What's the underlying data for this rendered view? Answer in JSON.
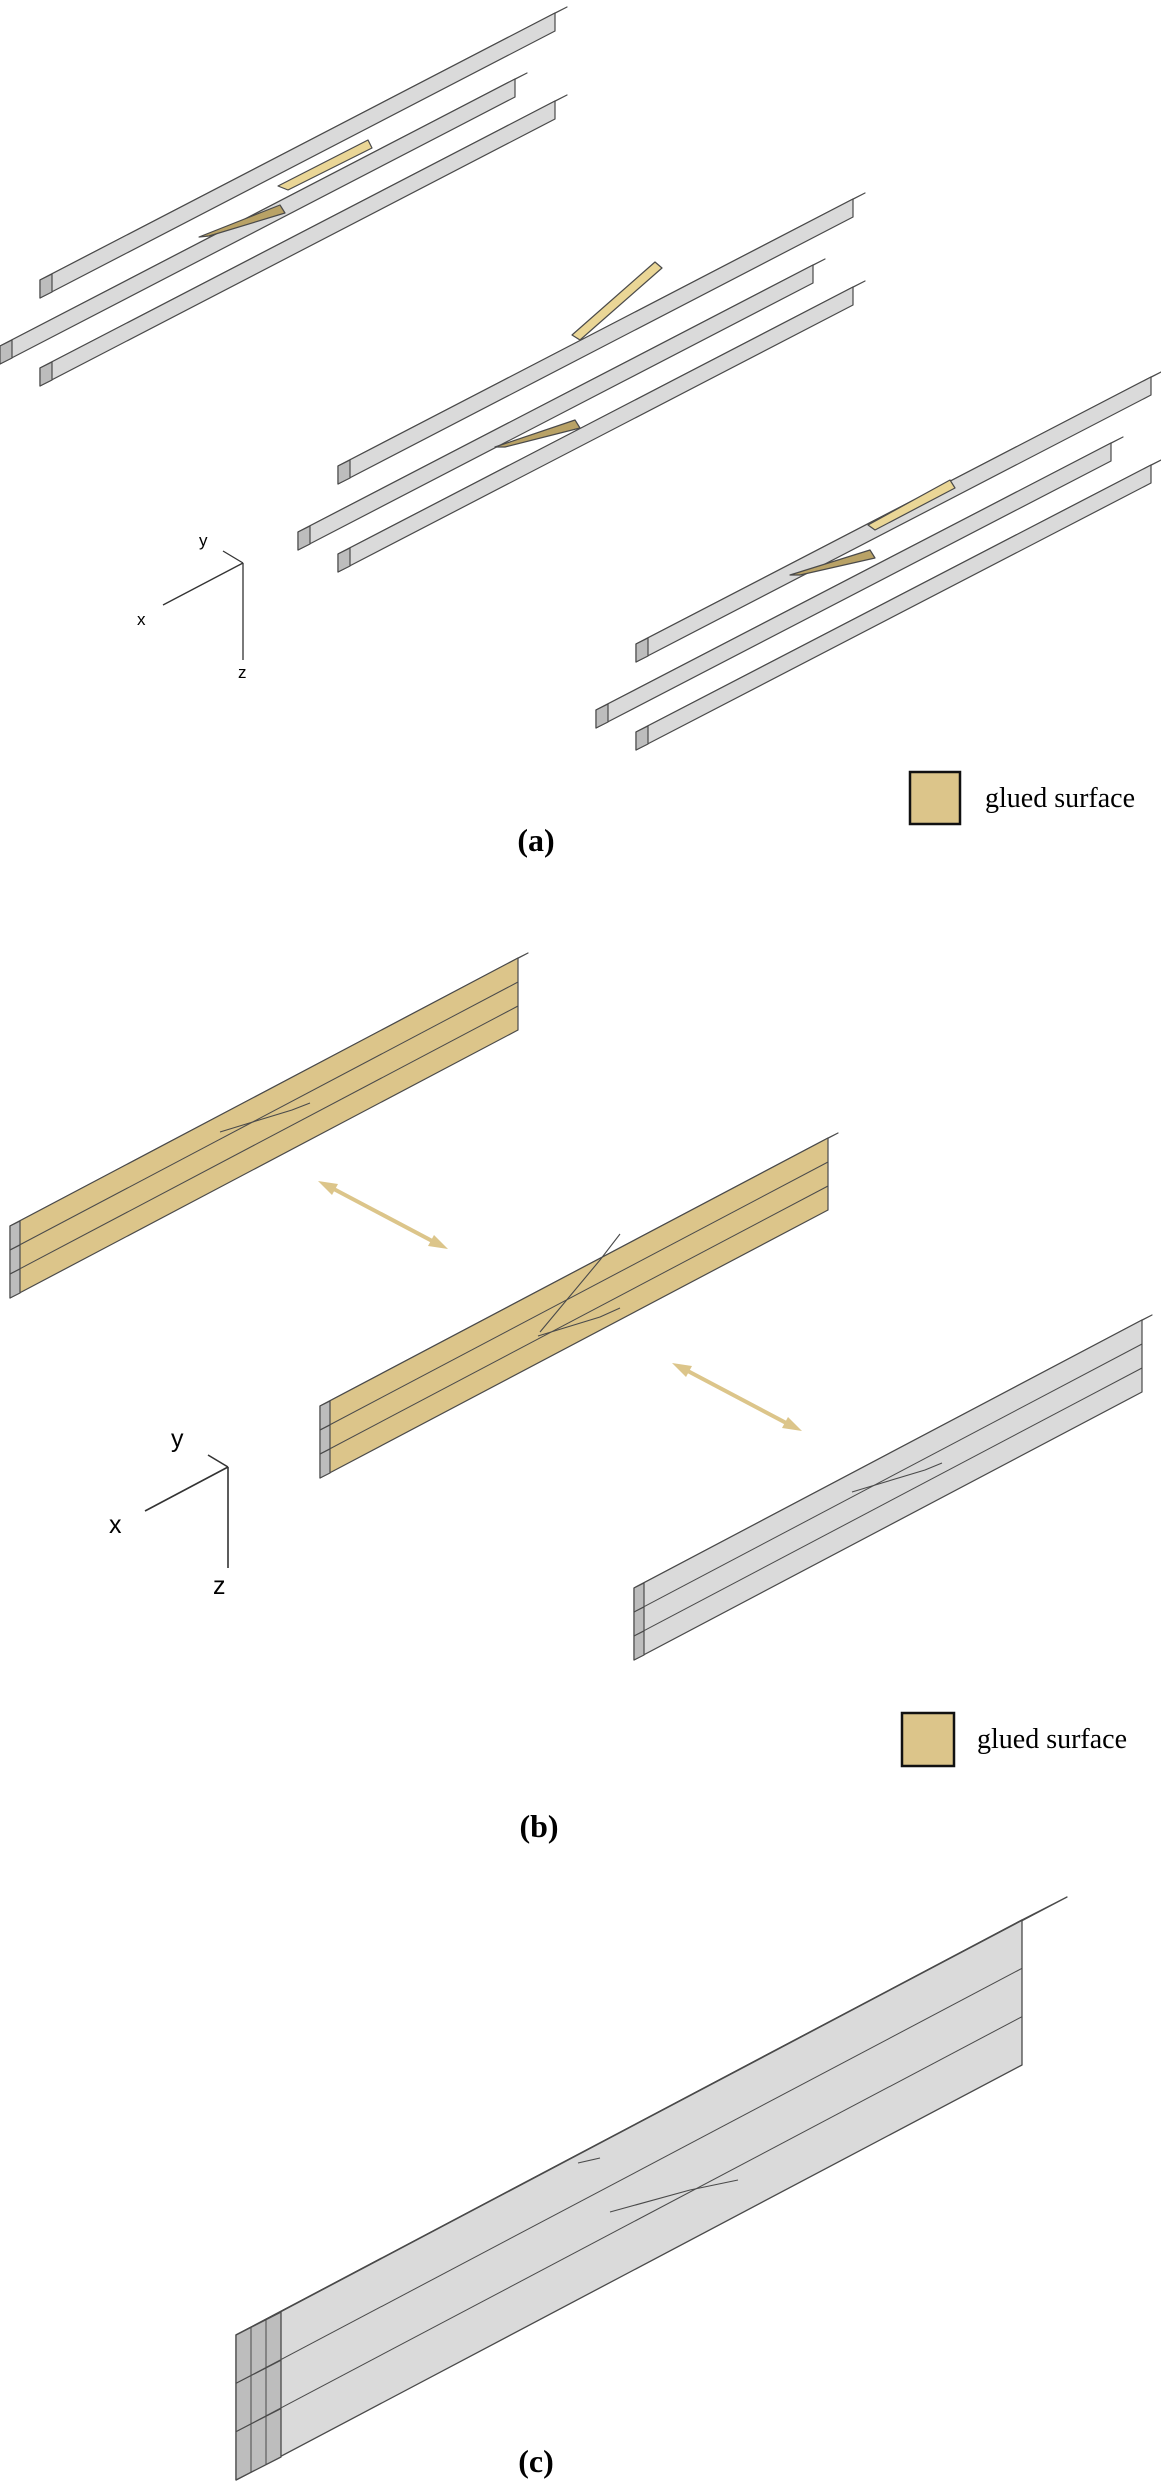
{
  "colors": {
    "wood_top": "#c9c9c9",
    "wood_front": "#dadada",
    "wood_end": "#bdbdbd",
    "glue": "#dcc58a",
    "glue_light": "#ead696",
    "glue_dark": "#b9a266",
    "edge": "#4a4a4a"
  },
  "panel_a": {
    "caption": "(a)",
    "legend_label": "glued surface",
    "axes": {
      "x": "x",
      "y": "y",
      "z": "z"
    }
  },
  "panel_b": {
    "caption": "(b)",
    "legend_label": "glued surface",
    "axes": {
      "x": "x",
      "y": "y",
      "z": "z"
    }
  },
  "panel_c": {
    "caption": "(c)"
  }
}
